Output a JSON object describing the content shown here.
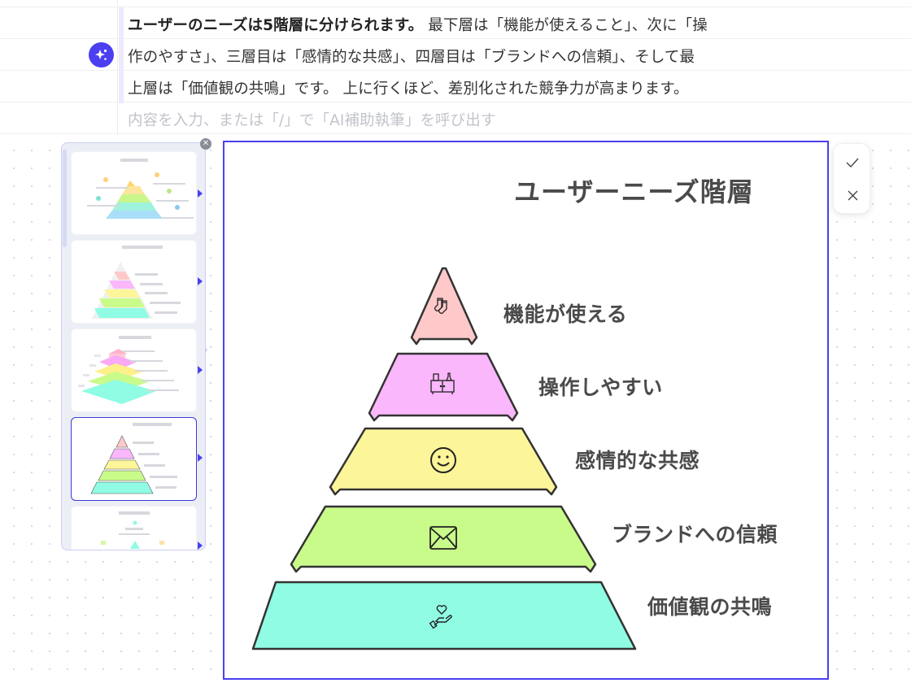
{
  "editor": {
    "lines": [
      {
        "bold": "ユーザーのニーズは5階層に分けられます。",
        "text": " 最下層は「機能が使えること」、次に「操"
      },
      {
        "text": "作のやすさ」、三層目は「感情的な共感」、四層目は「ブランドへの信頼」、そして最"
      },
      {
        "text": "上層は「価値観の共鳴」です。 上に行くほど、差別化された競争力が高まります。"
      }
    ],
    "placeholder": "内容を入力、または「/」で「AI補助執筆」を呼び出す",
    "ai_button_icon": "sparkle-icon"
  },
  "template_panel": {
    "close_icon": "close-icon",
    "templates": [
      {
        "name": "pyramid-icons-blue",
        "selected": false
      },
      {
        "name": "pyramid-stair-colored",
        "selected": false
      },
      {
        "name": "pyramid-3d-stacked",
        "selected": false
      },
      {
        "name": "pyramid-trapezoid-icons",
        "selected": true
      },
      {
        "name": "pyramid-circle-icons",
        "selected": false
      }
    ]
  },
  "diagram": {
    "title": "ユーザーニーズ階層",
    "border_color": "#4b3ff0",
    "layers": [
      {
        "label": "機能が使える",
        "icon": "socks-icon",
        "color": "#ffc9c9"
      },
      {
        "label": "操作しやすい",
        "icon": "cabinet-icon",
        "color": "#fbb7fb"
      },
      {
        "label": "感情的な共感",
        "icon": "smiley-icon",
        "color": "#fdf599"
      },
      {
        "label": "ブランドへの信頼",
        "icon": "envelope-icon",
        "color": "#c9fb8a"
      },
      {
        "label": "価値観の共鳴",
        "icon": "hand-heart-icon",
        "color": "#8ffce3"
      }
    ]
  },
  "confirm_bar": {
    "accept_icon": "check-icon",
    "reject_icon": "close-icon"
  }
}
